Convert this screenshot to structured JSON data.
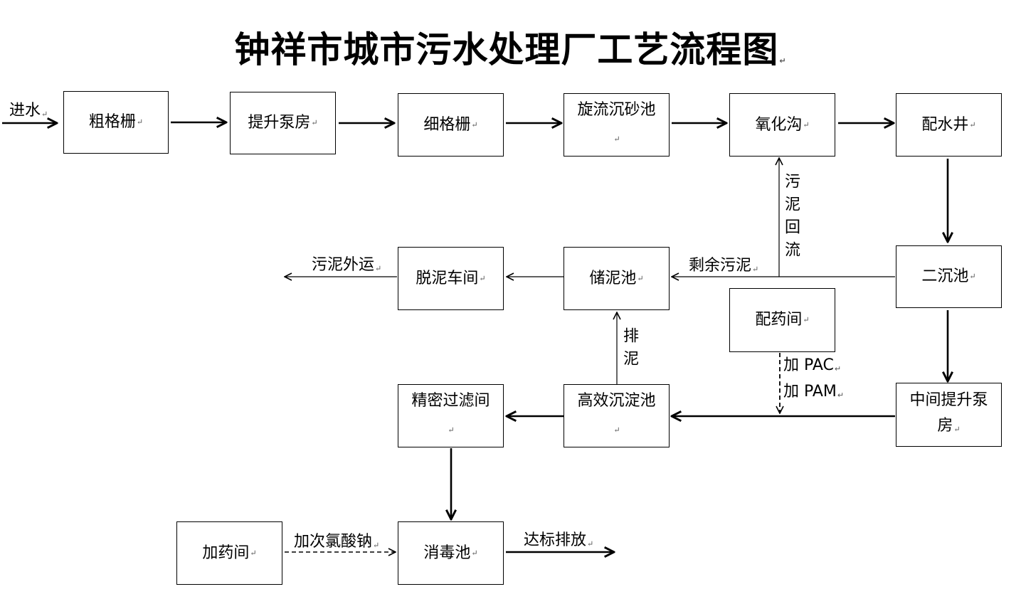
{
  "title": "钟祥市城市污水处理厂工艺流程图",
  "mark": "↵",
  "boxes": {
    "coarse_screen": "粗格栅",
    "lift_pump": "提升泵房",
    "fine_screen": "细格栅",
    "grit_chamber": "旋流沉砂池",
    "oxidation_ditch": "氧化沟",
    "distribution_well": "配水井",
    "secondary_clarifier": "二沉池",
    "sludge_storage": "储泥池",
    "dewatering_room": "脱泥车间",
    "dosing_room_pac": "配药间",
    "mid_lift_pump": "中间提升泵房",
    "high_eff_sedimentation": "高效沉淀池",
    "fine_filtration": "精密过滤间",
    "disinfection_tank": "消毒池",
    "dosing_room_chlorine": "加药间"
  },
  "labels": {
    "inflow": "进水",
    "sludge_return": "污泥回流",
    "excess_sludge": "剩余污泥",
    "sludge_out": "污泥外运",
    "sludge_discharge": "排泥",
    "add_pac": "加 PAC",
    "add_pam": "加 PAM",
    "add_hypochlorite": "加次氯酸钠",
    "effluent": "达标排放"
  }
}
